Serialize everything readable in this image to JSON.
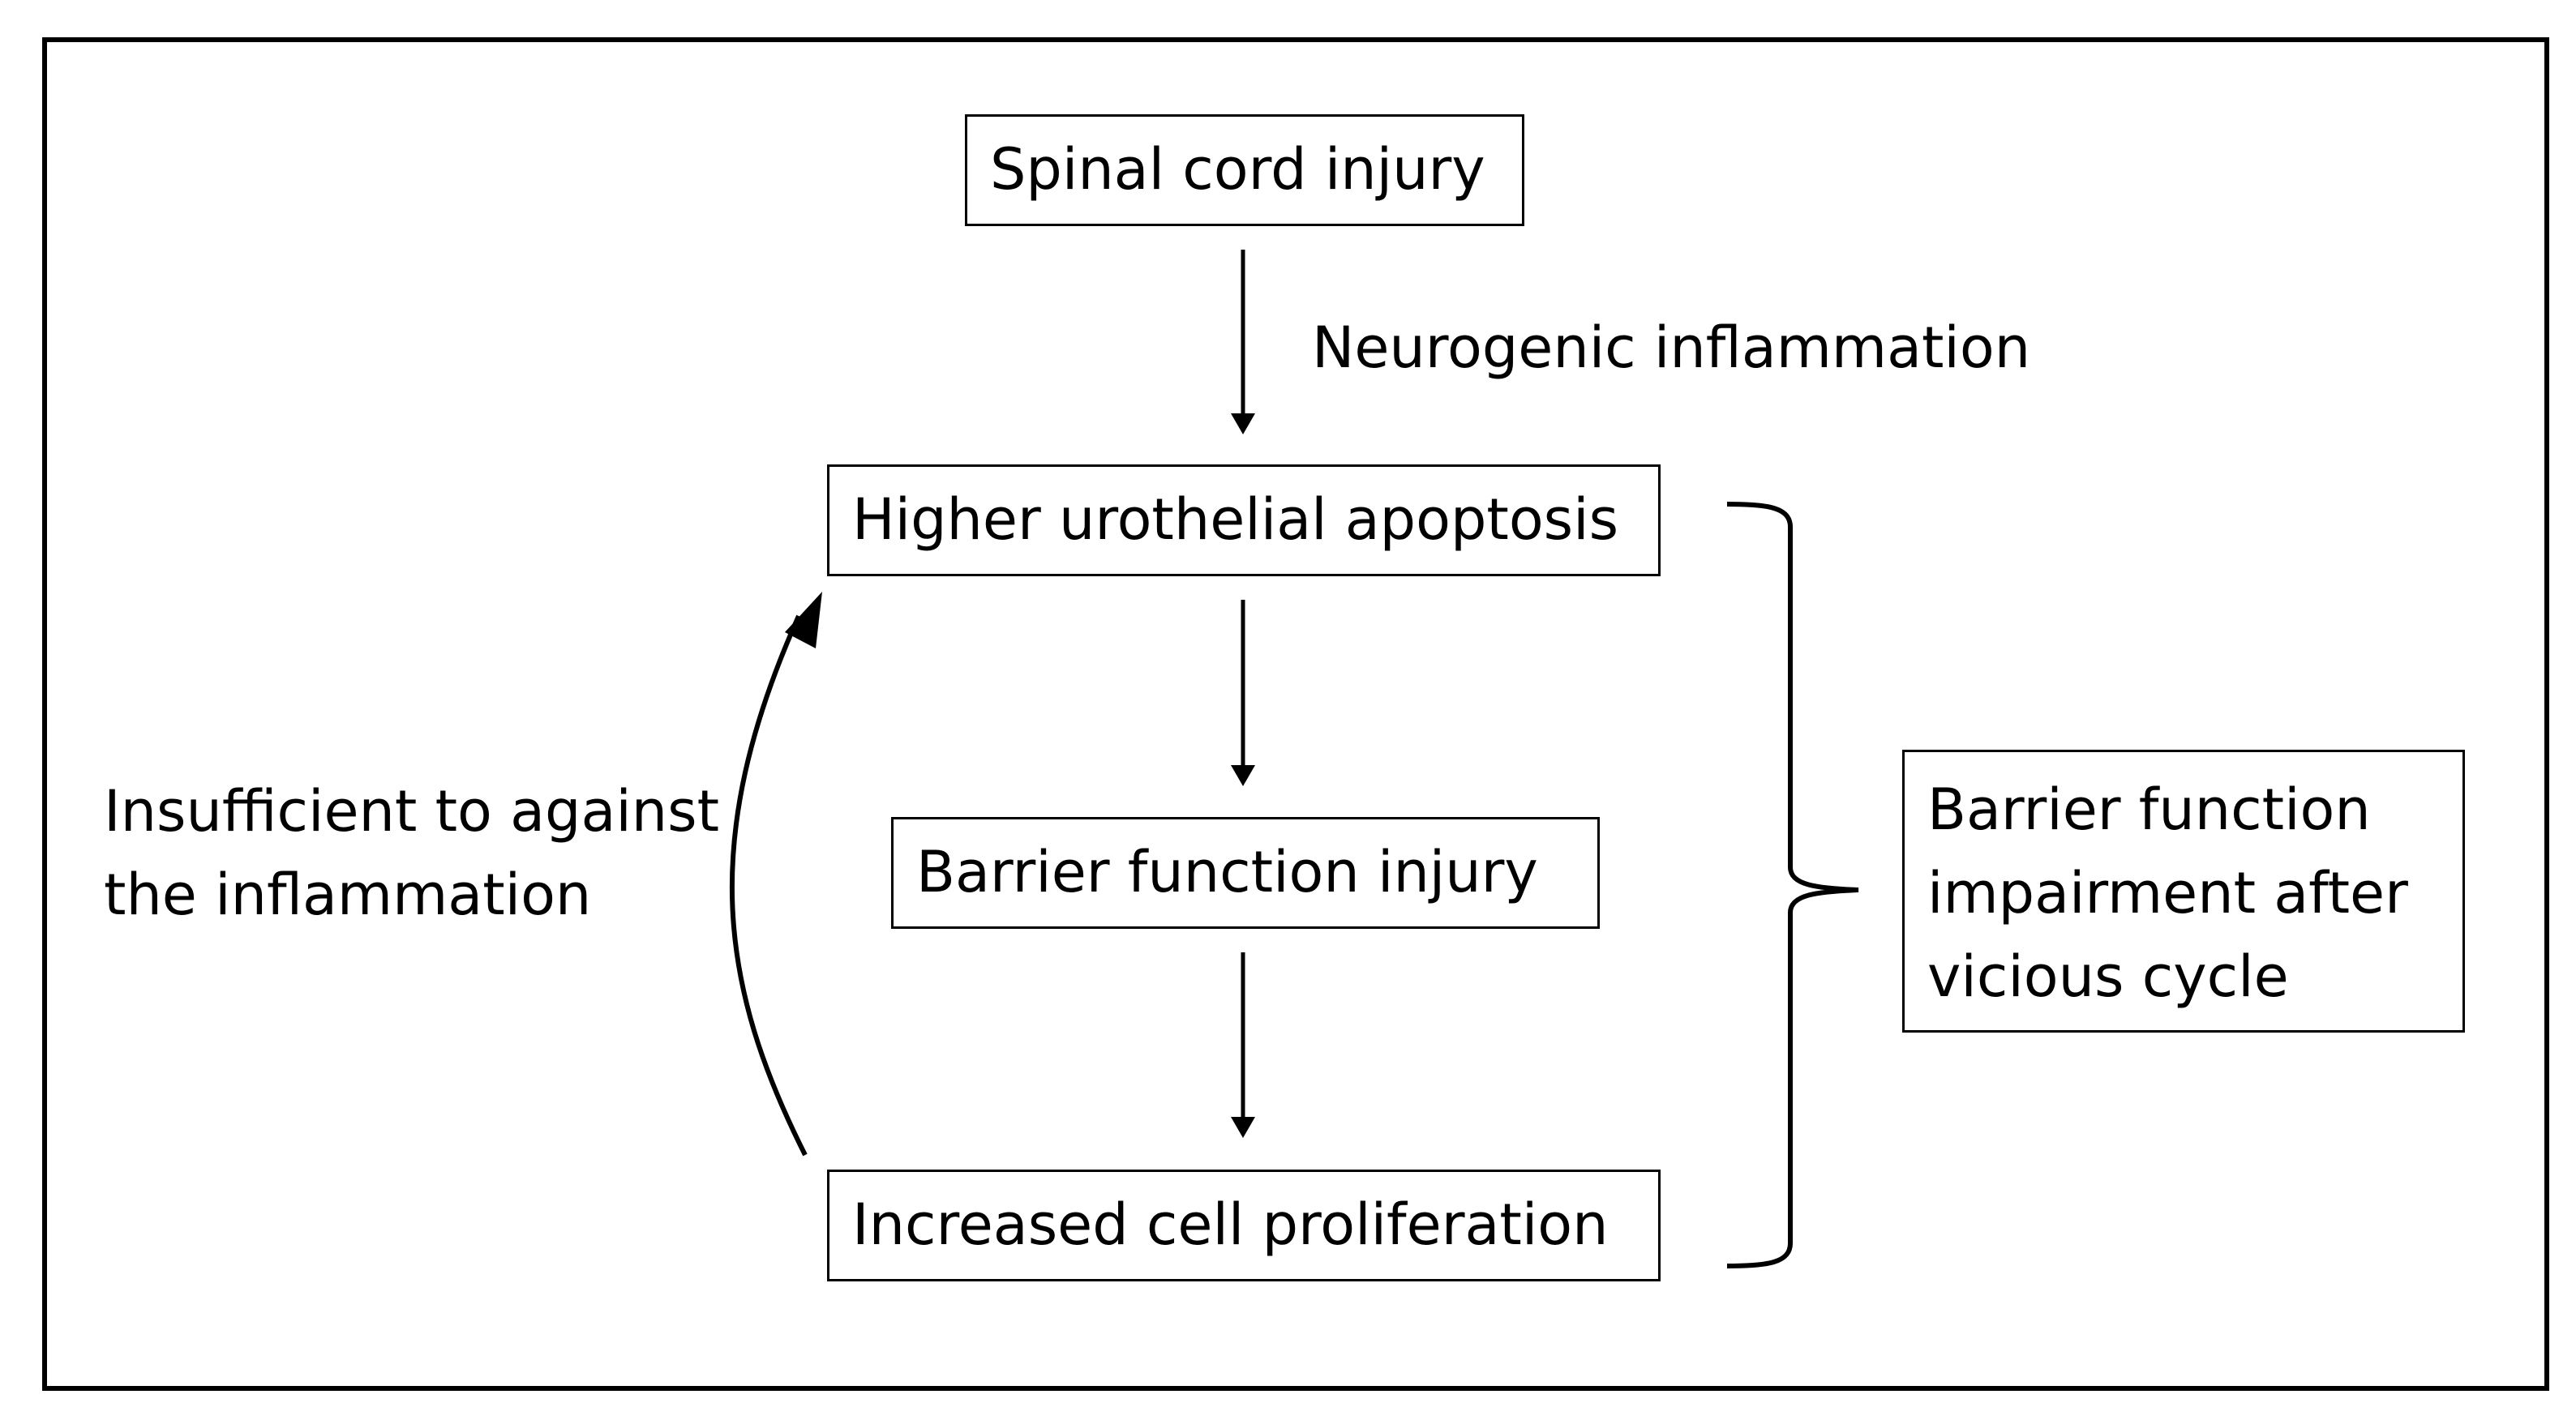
{
  "nodes": {
    "spinal_cord_injury": "Spinal cord injury",
    "higher_urothelial_apoptosis": "Higher urothelial apoptosis",
    "barrier_function_injury": "Barrier function injury",
    "increased_cell_proliferation": "Increased cell proliferation",
    "barrier_impairment_lines": [
      "Barrier function",
      "impairment after",
      "vicious cycle"
    ]
  },
  "edge_labels": {
    "neurogenic_inflammation": "Neurogenic inflammation",
    "insufficient_lines": [
      "Insufficient to against",
      "the inflammation"
    ]
  }
}
